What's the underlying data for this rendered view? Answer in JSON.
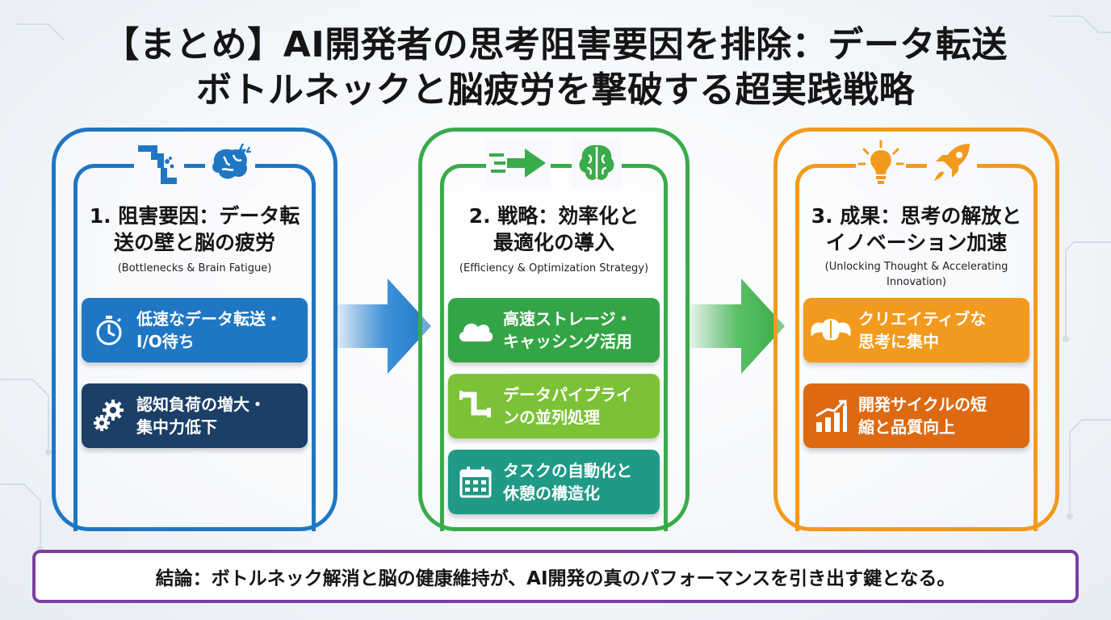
{
  "title": {
    "line1": "【まとめ】AI開発者の思考阻害要因を排除：データ転送",
    "line2": "ボトルネックと脳疲労を撃破する超実践戦略"
  },
  "panels": [
    {
      "title_l1": "1. 阻害要因：データ転",
      "title_l2": "送の壁と脳の疲労",
      "subtitle": "(Bottlenecks & Brain Fatigue)",
      "icons": [
        "leaking-pipe-icon",
        "stressed-brain-icon"
      ],
      "items": [
        {
          "l1": "低速なデータ転送・",
          "l2": "I/O待ち",
          "icon": "stopwatch-icon",
          "color": "#1f77c4"
        },
        {
          "l1": "認知負荷の増大・",
          "l2": "集中力低下",
          "icon": "gears-icon",
          "color": "#1b3f66"
        }
      ]
    },
    {
      "title_l1": "2. 戦略：効率化と",
      "title_l2": "最適化の導入",
      "subtitle": "(Efficiency & Optimization Strategy)",
      "icons": [
        "fast-arrow-icon",
        "brain-icon"
      ],
      "items": [
        {
          "l1": "高速ストレージ・",
          "l2": "キャッシング活用",
          "icon": "cloud-icon",
          "color": "#34a546"
        },
        {
          "l1": "データパイプライ",
          "l2": "ンの並列処理",
          "icon": "pipeline-icon",
          "color": "#7cc236"
        },
        {
          "l1": "タスクの自動化と",
          "l2": "休憩の構造化",
          "icon": "calendar-icon",
          "color": "#1e9a86"
        }
      ]
    },
    {
      "title_l1": "3. 成果：思考の解放と",
      "title_l2": "イノベーション加速",
      "subtitle_l1": "(Unlocking Thought & Accelerating",
      "subtitle_l2": "Innovation)",
      "icons": [
        "lightbulb-icon",
        "rocket-icon"
      ],
      "items": [
        {
          "l1": "クリエイティブな",
          "l2": "思考に集中",
          "icon": "winged-brain-icon",
          "color": "#f29a1d"
        },
        {
          "l1": "開発サイクルの短",
          "l2": "縮と品質向上",
          "icon": "growth-chart-icon",
          "color": "#dd6a12"
        }
      ]
    }
  ],
  "conclusion": "結論：ボトルネック解消と脳の健康維持が、AI開発の真のパフォーマンスを引き出す鍵となる。",
  "colors": {
    "blue": "#1f77c4",
    "green": "#3aab4a",
    "orange": "#f29a1d",
    "purple": "#7b3fa0"
  }
}
